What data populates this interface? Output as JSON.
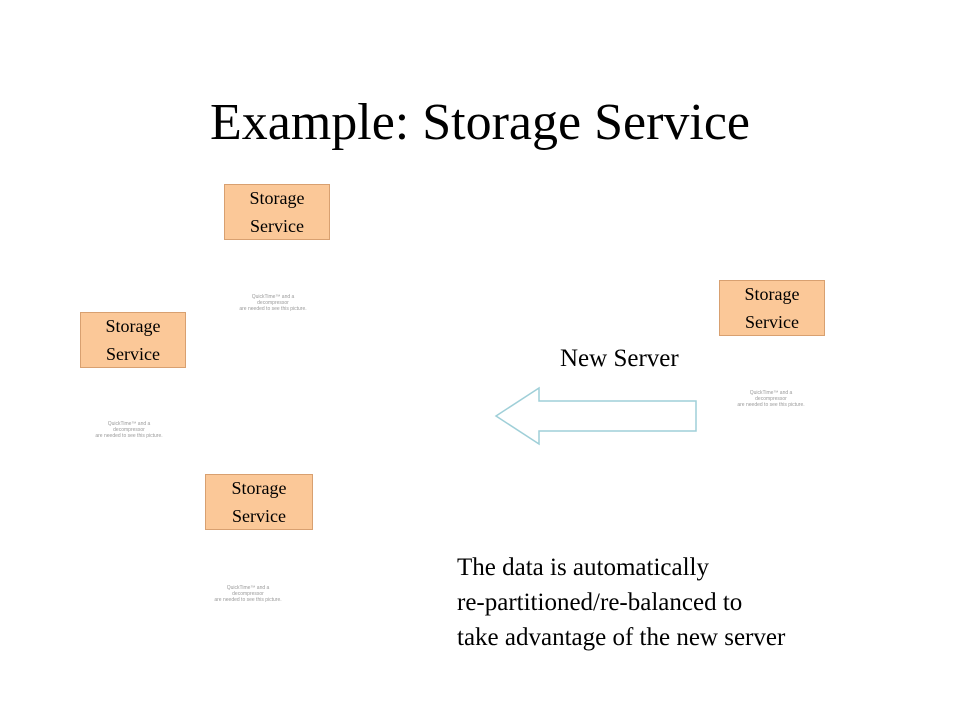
{
  "slide": {
    "title": "Example: Storage Service",
    "storage_box": {
      "line1": "Storage",
      "line2": "Service"
    },
    "placeholder": {
      "line1": "QuickTime™ and a",
      "line2": "decompressor",
      "line3": "are needed to see this picture."
    },
    "new_server_label": "New Server",
    "caption": {
      "line1": "The data is automatically",
      "line2": "re-partitioned/re-balanced to",
      "line3": "take advantage of the new server"
    },
    "colors": {
      "box_fill": "#fbc898",
      "box_border": "#d8a070",
      "arrow_stroke": "#9fcfd8",
      "placeholder_text": "#9a9a9a"
    }
  }
}
